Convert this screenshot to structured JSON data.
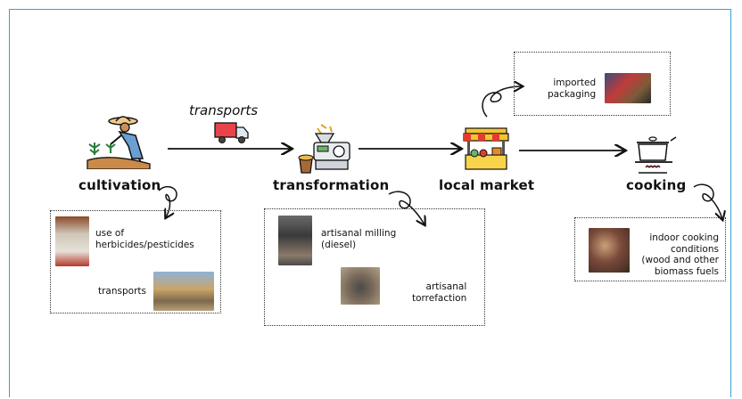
{
  "stages": {
    "cultivation": "cultivation",
    "transformation": "transformation",
    "local_market": "local market",
    "cooking": "cooking"
  },
  "transport_label": "transports",
  "notes": {
    "imported_packaging": [
      "imported",
      "packaging"
    ],
    "herbicides": [
      "use of",
      "herbicides/pesticides"
    ],
    "transports": "transports",
    "milling": [
      "artisanal milling",
      "(diesel)"
    ],
    "torrefaction": [
      "artisanal",
      "torrefaction"
    ],
    "indoor_cooking": [
      "indoor cooking",
      "conditions",
      "(wood and other",
      "biomass fuels"
    ]
  },
  "colors": {
    "frame": "#3aa0d8",
    "truck": "#e8434a",
    "awning_red": "#e23b2e",
    "awning_yellow": "#f4c431"
  }
}
